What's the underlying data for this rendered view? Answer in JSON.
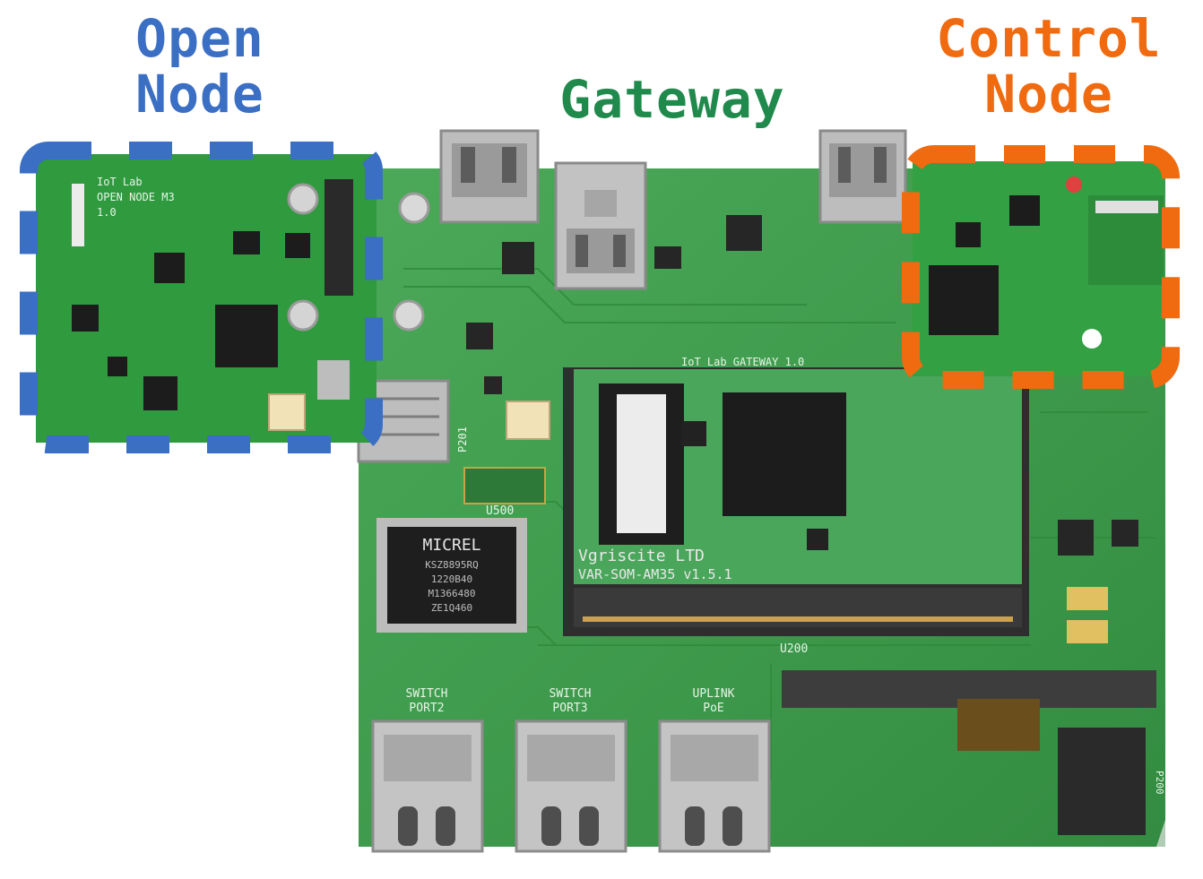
{
  "labels": {
    "open_line1": "Open",
    "open_line2": "Node",
    "gateway": "Gateway",
    "control_line1": "Control",
    "control_line2": "Node"
  },
  "colors": {
    "open": "#3a6fc4",
    "gateway": "#1f8a4c",
    "control": "#f06a10",
    "pcb": "#3a9a4a",
    "pcb_dark": "#2c7d3a"
  },
  "board_text": {
    "open_node_silk_1": "IoT Lab",
    "open_node_silk_2": "OPEN NODE M3",
    "open_node_silk_3": "1.0",
    "gateway_silk": "IoT Lab GATEWAY 1.0",
    "micrel_1": "MICREL",
    "micrel_2": "KSZ8895RQ",
    "micrel_3": "1220B40",
    "micrel_4": "M1366480",
    "micrel_5": "ZE1Q460",
    "som_1": "Vgriscite LTD",
    "som_2": "VAR-SOM-AM35 v1.5.1",
    "u200": "U200",
    "u500": "U500",
    "p201": "P201",
    "switch2_1": "SWITCH",
    "switch2_2": "PORT2",
    "switch3_1": "SWITCH",
    "switch3_2": "PORT3",
    "uplink_1": "UPLINK",
    "uplink_2": "PoE",
    "p200": "P200"
  }
}
